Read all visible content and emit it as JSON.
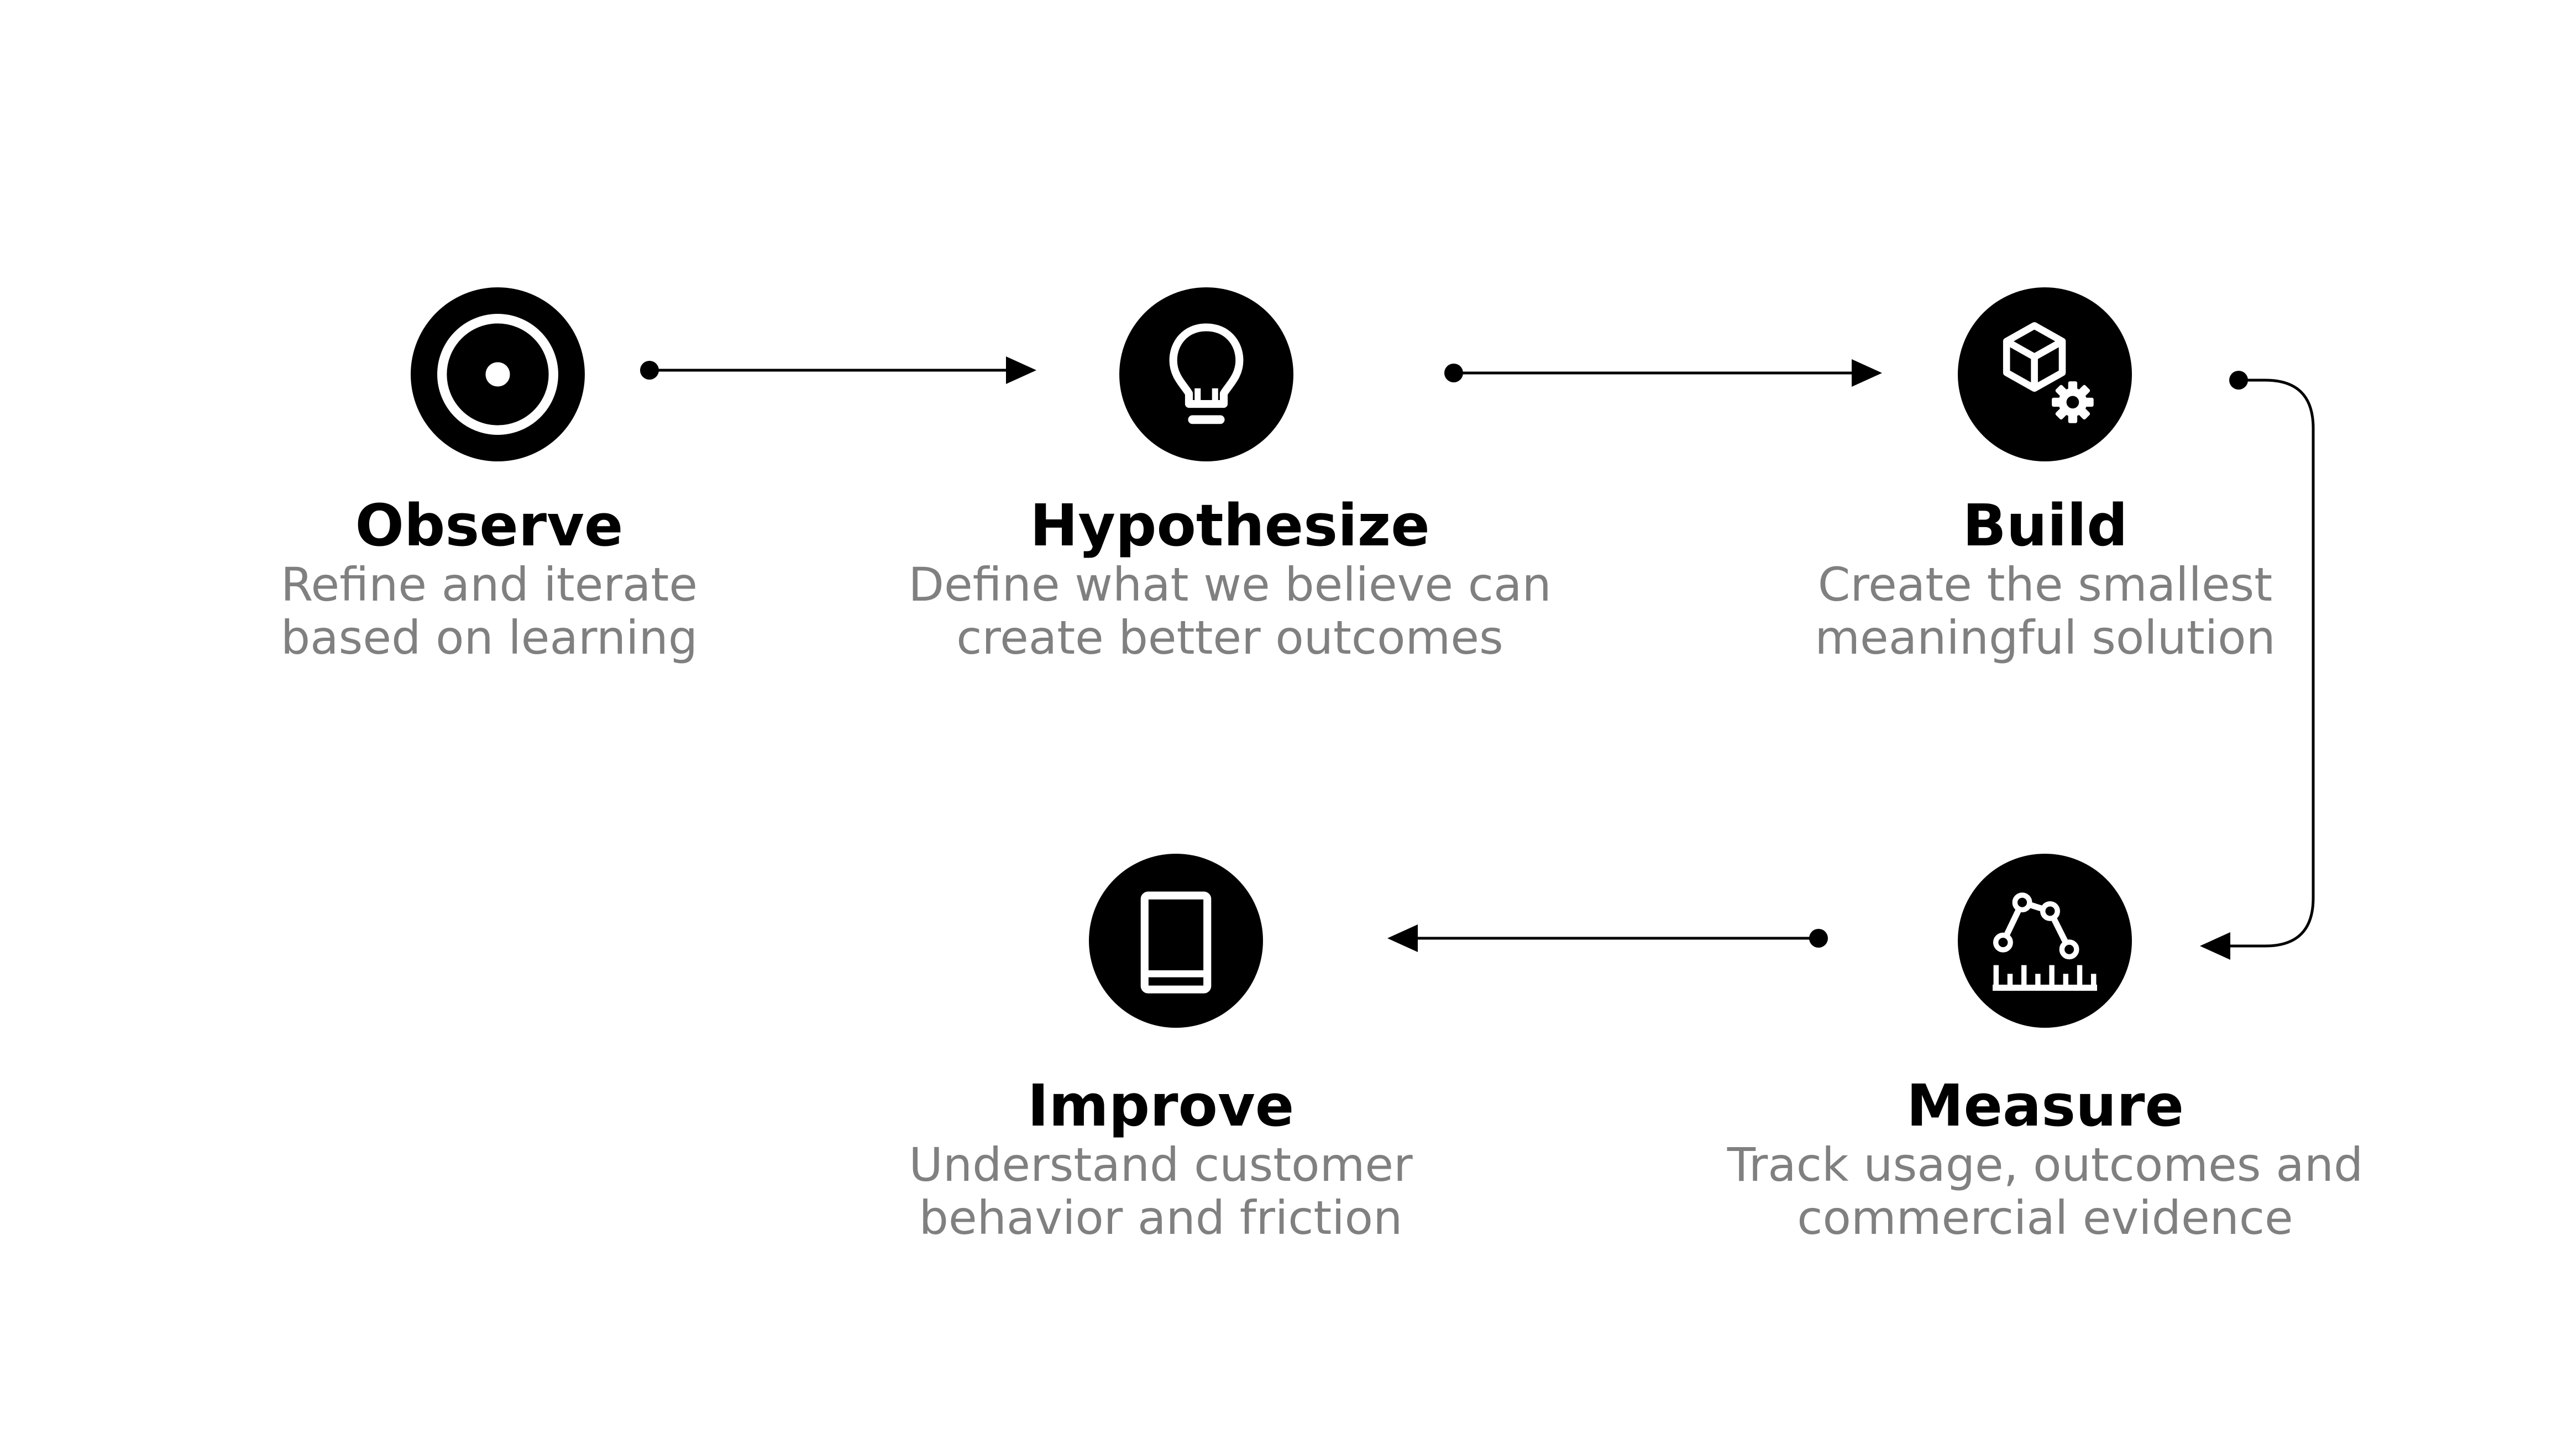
{
  "colors": {
    "icon_bg": "#000000",
    "icon_fg": "#ffffff",
    "title": "#000000",
    "description": "#808080",
    "connector": "#000000"
  },
  "steps": [
    {
      "title": "Observe",
      "icon": "target-icon",
      "description": [
        "Refine and iterate",
        "based on learning"
      ]
    },
    {
      "title": "Hypothesize",
      "icon": "lightbulb-icon",
      "description": [
        "Define what we believe can",
        "create better outcomes"
      ]
    },
    {
      "title": "Build",
      "icon": "box-gear-icon",
      "description": [
        "Create the smallest",
        "meaningful solution"
      ]
    },
    {
      "title": "Measure",
      "icon": "measure-graph-icon",
      "description": [
        "Track usage, outcomes and",
        "commercial evidence"
      ]
    },
    {
      "title": "Improve",
      "icon": "book-icon",
      "description": [
        "Understand customer",
        "behavior and friction"
      ]
    }
  ]
}
